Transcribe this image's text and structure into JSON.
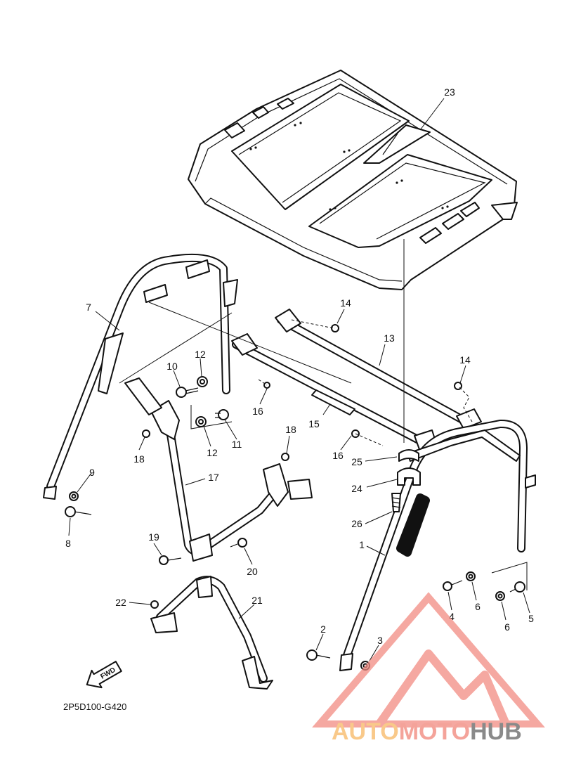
{
  "diagram_code": "2P5D100-G420",
  "fwd_label": "FWD",
  "watermark": {
    "part1": "AUTO",
    "part2": "MOTO",
    "part3": "HUB",
    "color1": "#f9c98a",
    "color2": "#f4a39a",
    "color3": "#8a8a8a",
    "logo_color": "#f28b82"
  },
  "callouts": [
    {
      "id": "c23",
      "label": "23"
    },
    {
      "id": "c7",
      "label": "7"
    },
    {
      "id": "c14a",
      "label": "14"
    },
    {
      "id": "c14b",
      "label": "14"
    },
    {
      "id": "c13",
      "label": "13"
    },
    {
      "id": "c12a",
      "label": "12"
    },
    {
      "id": "c10",
      "label": "10"
    },
    {
      "id": "c16a",
      "label": "16"
    },
    {
      "id": "c11",
      "label": "11"
    },
    {
      "id": "c12b",
      "label": "12"
    },
    {
      "id": "c15",
      "label": "15"
    },
    {
      "id": "c18a",
      "label": "18"
    },
    {
      "id": "c18b",
      "label": "18"
    },
    {
      "id": "c16b",
      "label": "16"
    },
    {
      "id": "c25",
      "label": "25"
    },
    {
      "id": "c24",
      "label": "24"
    },
    {
      "id": "c17",
      "label": "17"
    },
    {
      "id": "c9",
      "label": "9"
    },
    {
      "id": "c8",
      "label": "8"
    },
    {
      "id": "c26",
      "label": "26"
    },
    {
      "id": "c1",
      "label": "1"
    },
    {
      "id": "c19",
      "label": "19"
    },
    {
      "id": "c20",
      "label": "20"
    },
    {
      "id": "c6a",
      "label": "6"
    },
    {
      "id": "c4",
      "label": "4"
    },
    {
      "id": "c6b",
      "label": "6"
    },
    {
      "id": "c5",
      "label": "5"
    },
    {
      "id": "c22",
      "label": "22"
    },
    {
      "id": "c21",
      "label": "21"
    },
    {
      "id": "c2",
      "label": "2"
    },
    {
      "id": "c3",
      "label": "3"
    }
  ]
}
